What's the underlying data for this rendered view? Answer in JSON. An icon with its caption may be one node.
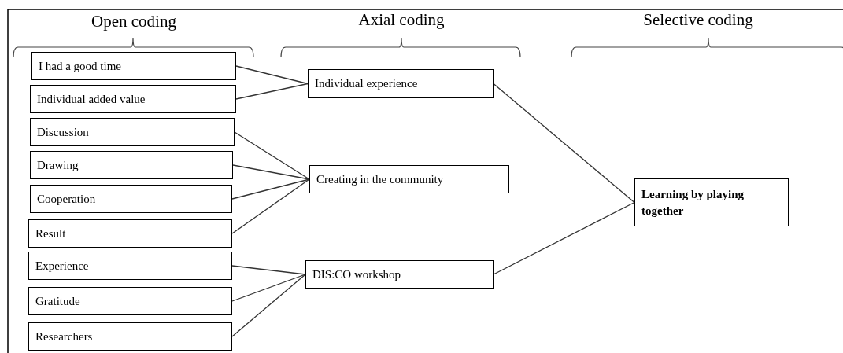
{
  "diagram": {
    "nodes": [
      {
        "text": [
          "I had a good time"
        ]
      },
      {
        "text": [
          "Individual added value"
        ]
      },
      {
        "text": [
          "Discussion"
        ]
      },
      {
        "text": [
          "Drawing"
        ]
      },
      {
        "text": [
          "Cooperation"
        ]
      },
      {
        "text": [
          "Result"
        ]
      },
      {
        "text": [
          "Experience"
        ]
      },
      {
        "text": [
          "Gratitude"
        ]
      },
      {
        "text": [
          "Researchers"
        ]
      },
      {
        "text": [
          "Individual experience"
        ]
      },
      {
        "text": [
          "Creating in the community"
        ]
      },
      {
        "text": [
          "DIS:CO workshop"
        ]
      },
      {
        "text": [
          "Learning by playing together"
        ]
      }
    ],
    "edges": [
      {
        "from": 0,
        "to": 9,
        "arrow": "none"
      },
      {
        "from": 1,
        "to": 9,
        "arrow": "none"
      },
      {
        "from": 2,
        "to": 10,
        "arrow": "none"
      },
      {
        "from": 3,
        "to": 10,
        "arrow": "none"
      },
      {
        "from": 4,
        "to": 10,
        "arrow": "none"
      },
      {
        "from": 5,
        "to": 10,
        "arrow": "none"
      },
      {
        "from": 6,
        "to": 11,
        "arrow": "none"
      },
      {
        "from": 7,
        "to": 11,
        "arrow": "none"
      },
      {
        "from": 8,
        "to": 11,
        "arrow": "none"
      },
      {
        "from": 9,
        "to": 12,
        "arrow": "none"
      },
      {
        "from": 11,
        "to": 12,
        "arrow": "none"
      }
    ],
    "labels": [
      "Open coding",
      "Axial coding",
      "Selective coding"
    ]
  }
}
